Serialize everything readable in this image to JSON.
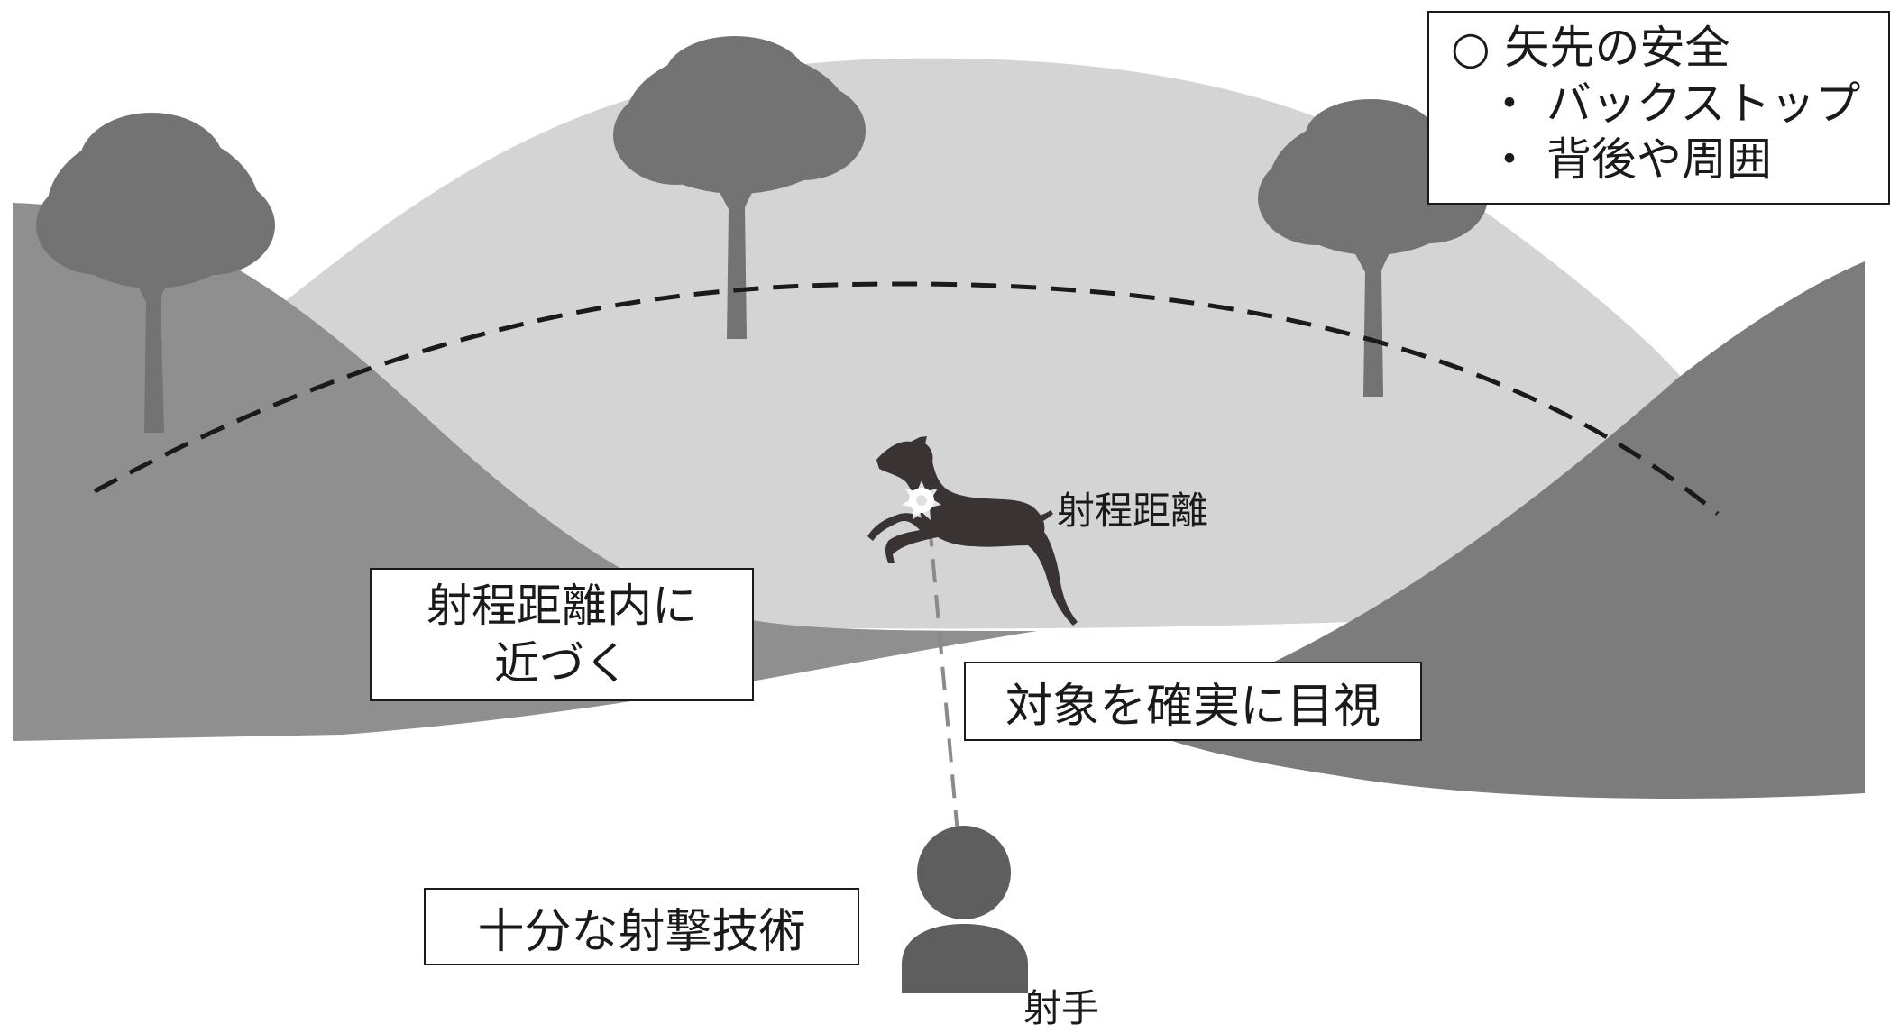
{
  "safety_box": {
    "title": "○ 矢先の安全",
    "items": [
      "・ バックストップ",
      "・ 背後や周囲"
    ]
  },
  "labels": {
    "firing_range": "射程距離",
    "shooter": "射手",
    "approach": [
      "射程距離内に",
      "近づく"
    ],
    "confirm_target": "対象を確実に目視",
    "skill": "十分な射撃技術"
  },
  "colors": {
    "background": "#ffffff",
    "far_hill": "#d4d4d4",
    "left_hill": "#8f8f8f",
    "right_hill": "#7c7c7c",
    "tree": "#737373",
    "deer": "#3a3333",
    "shooter": "#5e5e5e",
    "line": "#1a1a1a"
  },
  "icons": [
    "tree-icon",
    "deer-icon",
    "impact-icon",
    "shooter-icon"
  ]
}
